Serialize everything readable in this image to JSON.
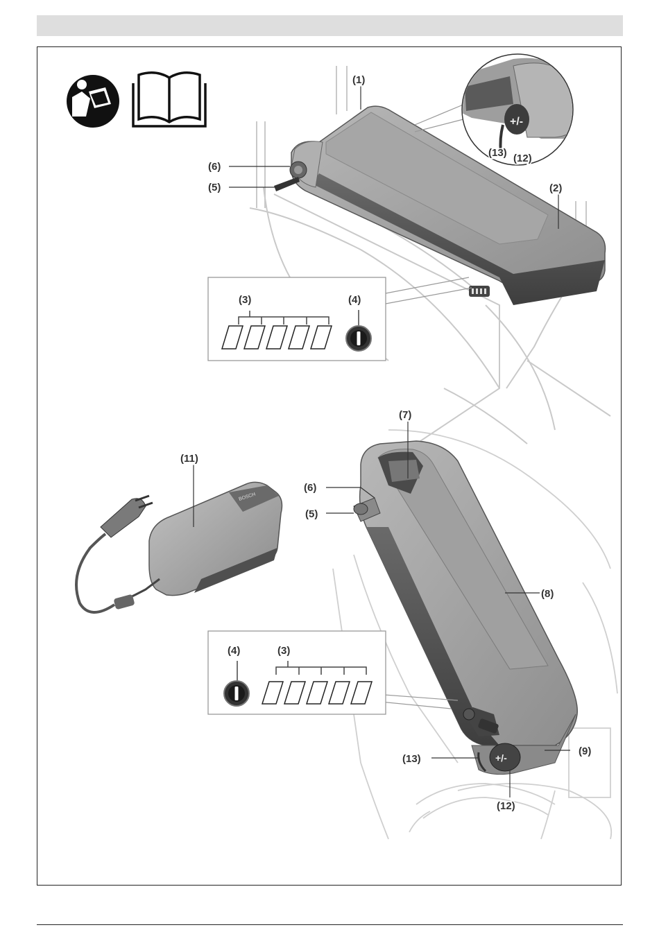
{
  "callouts": {
    "c1": "(1)",
    "c2": "(2)",
    "c3a": "(3)",
    "c4a": "(4)",
    "c5a": "(5)",
    "c6a": "(6)",
    "c12a": "(12)",
    "c13a": "(13)",
    "c7": "(7)",
    "c11": "(11)",
    "c6b": "(6)",
    "c5b": "(5)",
    "c8": "(8)",
    "c4b": "(4)",
    "c3b": "(3)",
    "c9": "(9)",
    "c13b": "(13)",
    "c12b": "(12)"
  },
  "icons": [
    "read-manual-icon",
    "manual-book-icon",
    "power-button-icon"
  ],
  "colors": {
    "band": "#dedede",
    "battery": "#9a9a9a",
    "battery_dark": "#5c5c5c",
    "line": "#c8c8c8"
  }
}
